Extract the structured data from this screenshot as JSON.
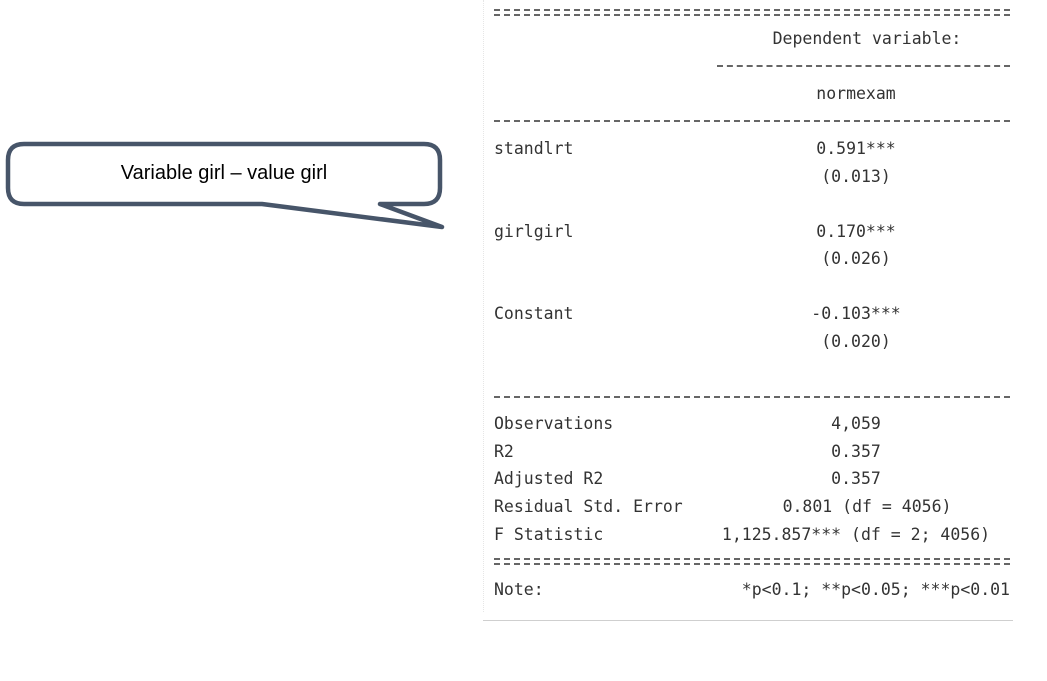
{
  "callout": {
    "text": "Variable girl – value girl"
  },
  "table": {
    "header": {
      "dep_var_label": "Dependent variable:",
      "model_name": "normexam"
    },
    "coefficients": [
      {
        "name": "standlrt",
        "estimate": "0.591***",
        "se": "(0.013)"
      },
      {
        "name": "girlgirl",
        "estimate": "0.170***",
        "se": "(0.026)"
      },
      {
        "name": "Constant",
        "estimate": "-0.103***",
        "se": "(0.020)"
      }
    ],
    "stats": [
      {
        "name": "Observations",
        "value": "4,059"
      },
      {
        "name": "R2",
        "value": "0.357"
      },
      {
        "name": "Adjusted R2",
        "value": "0.357"
      },
      {
        "name": "Residual Std. Error",
        "value": "0.801 (df = 4056)"
      },
      {
        "name": "F Statistic",
        "value": "1,125.857*** (df = 2; 4056)"
      }
    ],
    "note": {
      "label": "Note:",
      "text": "*p<0.1; **p<0.05; ***p<0.01"
    }
  },
  "colors": {
    "callout_border": "#475569",
    "text": "#333333",
    "rule": "#666666"
  }
}
